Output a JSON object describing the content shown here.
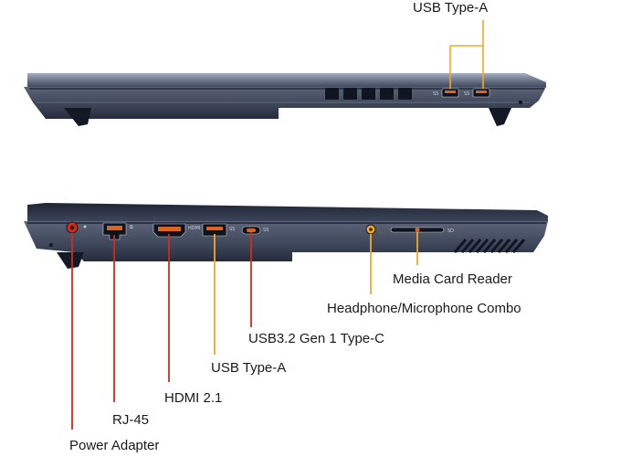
{
  "top_view": {
    "callouts": [
      {
        "id": "usb-type-a-top",
        "text": "USB Type-A"
      }
    ]
  },
  "bottom_view": {
    "callouts": [
      {
        "id": "media-card-reader",
        "text": "Media Card Reader"
      },
      {
        "id": "headphone-microphone-combo",
        "text": "Headphone/Microphone Combo"
      },
      {
        "id": "usb32-gen1-type-c",
        "text": "USB3.2 Gen 1 Type-C"
      },
      {
        "id": "usb-type-a-bottom",
        "text": "USB Type-A"
      },
      {
        "id": "hdmi-21",
        "text": "HDMI 2.1"
      },
      {
        "id": "rj-45",
        "text": "RJ-45"
      },
      {
        "id": "power-adapter",
        "text": "Power Adapter"
      }
    ]
  },
  "colors": {
    "chassis_dark": "#2a3145",
    "chassis_mid": "#5b6478",
    "chassis_light": "#9aa3b5",
    "vent": "#101521",
    "accent_orange": "#f5a623",
    "accent_red": "#c8321e",
    "text": "#1a1a1a"
  },
  "icons": [
    "usb-port-icon",
    "ethernet-port-icon",
    "hdmi-port-icon",
    "usb-c-port-icon",
    "audio-jack-icon",
    "power-jack-icon",
    "sd-slot-icon"
  ]
}
